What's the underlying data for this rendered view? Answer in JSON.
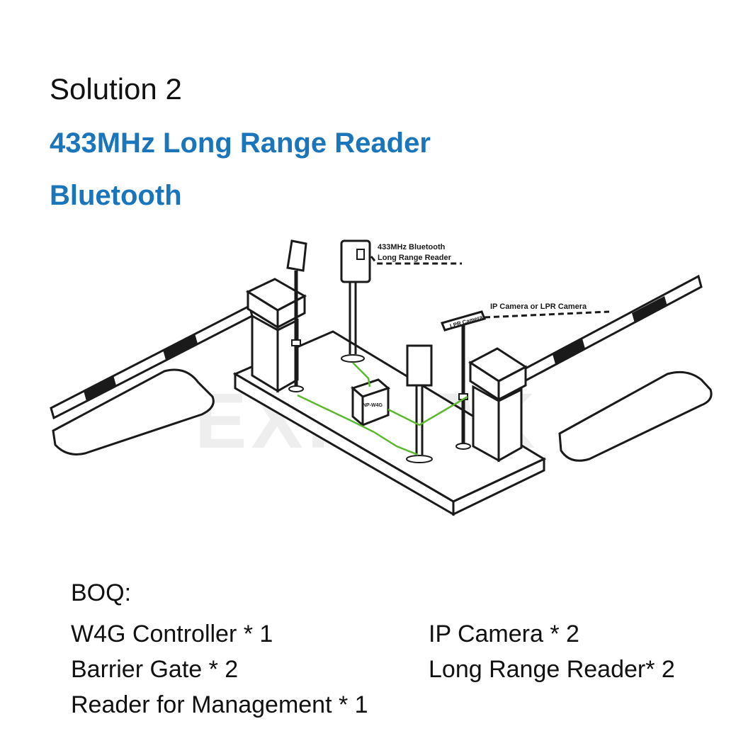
{
  "header": {
    "title": "Solution 2",
    "subtitle_line1": "433MHz Long Range Reader",
    "subtitle_line2": "Bluetooth"
  },
  "diagram": {
    "reader_label_line1": "433MHz Bluetooth",
    "reader_label_line2": "Long Range Reader",
    "camera_label": "IP Camera or LPR Camera",
    "controller_label": "NP-W4G",
    "camera_sign_text": "LPR Camera",
    "watermark": "EXPARK",
    "colors": {
      "wire": "#5cb82e",
      "line": "#1a1a1a",
      "accent": "#1a75bb"
    }
  },
  "boq": {
    "heading": "BOQ:",
    "items": [
      "W4G Controller * 1",
      "IP Camera * 2",
      "Barrier Gate * 2",
      "Long Range Reader* 2",
      "Reader for Management * 1"
    ]
  }
}
